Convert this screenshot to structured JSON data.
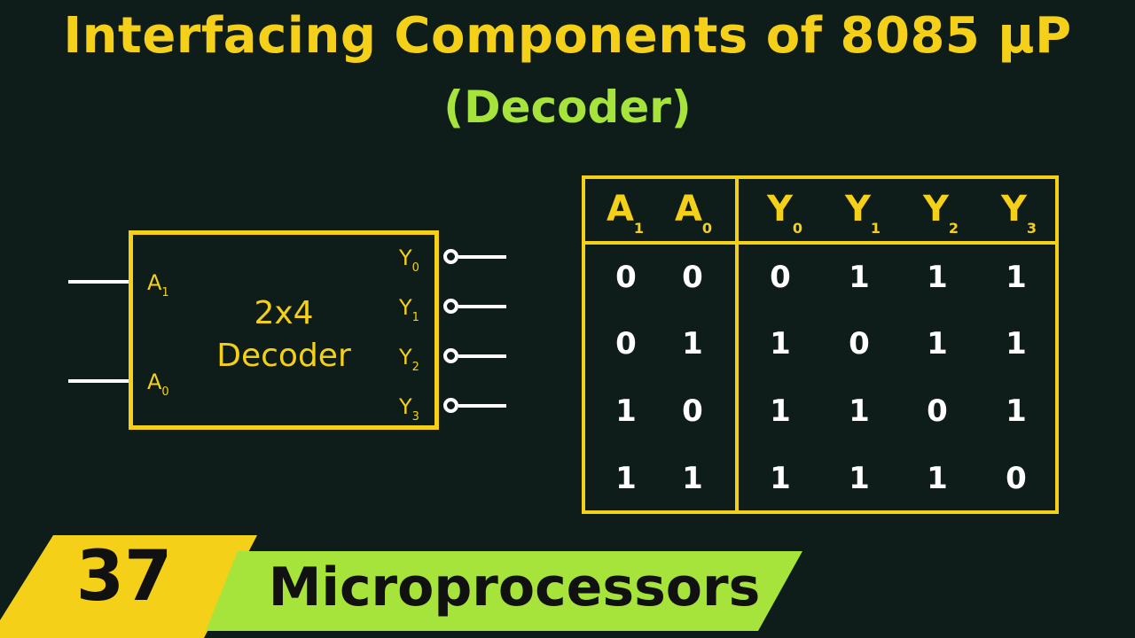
{
  "title": "Interfacing Components of 8085 μP",
  "subtitle": "(Decoder)",
  "decoder": {
    "label_line1": "2x4",
    "label_line2": "Decoder",
    "inputs": [
      {
        "name": "A",
        "sub": "1"
      },
      {
        "name": "A",
        "sub": "0"
      }
    ],
    "outputs": [
      {
        "name": "Y",
        "sub": "0"
      },
      {
        "name": "Y",
        "sub": "1"
      },
      {
        "name": "Y",
        "sub": "2"
      },
      {
        "name": "Y",
        "sub": "3"
      }
    ]
  },
  "truth_table": {
    "headers": [
      {
        "name": "A",
        "sub": "1"
      },
      {
        "name": "A",
        "sub": "0"
      },
      {
        "name": "Y",
        "sub": "0"
      },
      {
        "name": "Y",
        "sub": "1"
      },
      {
        "name": "Y",
        "sub": "2"
      },
      {
        "name": "Y",
        "sub": "3"
      }
    ],
    "rows": [
      [
        "0",
        "0",
        "0",
        "1",
        "1",
        "1"
      ],
      [
        "0",
        "1",
        "1",
        "0",
        "1",
        "1"
      ],
      [
        "1",
        "0",
        "1",
        "1",
        "0",
        "1"
      ],
      [
        "1",
        "1",
        "1",
        "1",
        "1",
        "0"
      ]
    ]
  },
  "banner": {
    "episode_number": "37",
    "series_name": "Microprocessors"
  },
  "colors": {
    "background": "#0f1d1a",
    "accent_yellow": "#f4d019",
    "accent_green": "#a6e33b",
    "wire": "#ffffff"
  }
}
